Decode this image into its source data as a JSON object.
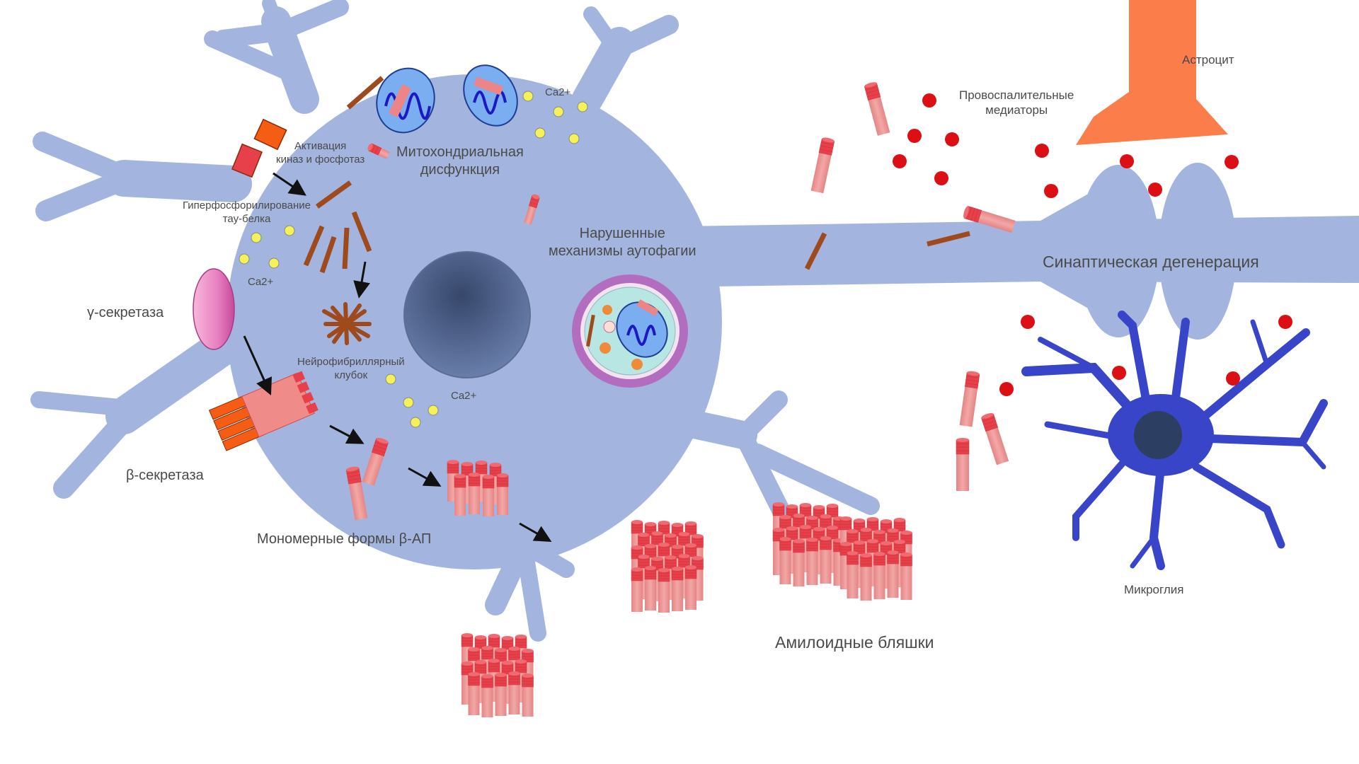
{
  "labels": {
    "kinase_activation": [
      "Активация",
      "киназ и фосфотаз"
    ],
    "mito_dysfunction": [
      "Митохондриальная",
      "дисфункция"
    ],
    "ca_top": "Ca2+",
    "ca_left": "Ca2+",
    "ca_bottom": "Ca2+",
    "tau_hyper": [
      "Гиперфосфорилирование",
      "тау-белка"
    ],
    "gamma_secretase": "γ-секретаза",
    "beta_secretase": "β-секретаза",
    "nft": [
      "Нейрофибриллярный",
      "клубок"
    ],
    "autophagy": [
      "Нарушенные",
      "механизмы аутофагии"
    ],
    "monomers": "Мономерные формы β-АП",
    "plaques": "Амилоидные бляшки",
    "proinflammatory": [
      "Провоспалительные",
      "медиаторы"
    ],
    "astrocyte": "Астроцит",
    "synaptic": "Синаптическая дегенерация",
    "microglia": "Микроглия"
  },
  "colors": {
    "neuron": "#a3b5df",
    "nucleus": "#4a5f8e",
    "microglia": "#3845c9",
    "astrocyte": "#fb7d49",
    "amyloid": "#ec8587",
    "amyloid_cap": "#e8404a",
    "mediator": "#dc0f14",
    "calcium": "#f5f158",
    "tau": "#9e4a1c",
    "mitochondrion": "#7aaef0",
    "gamma_secretase": "#e77fc0",
    "beta_secretase": "#f55d14",
    "autophagosome_ring": "#b26dbf",
    "arrow": "#111111"
  }
}
